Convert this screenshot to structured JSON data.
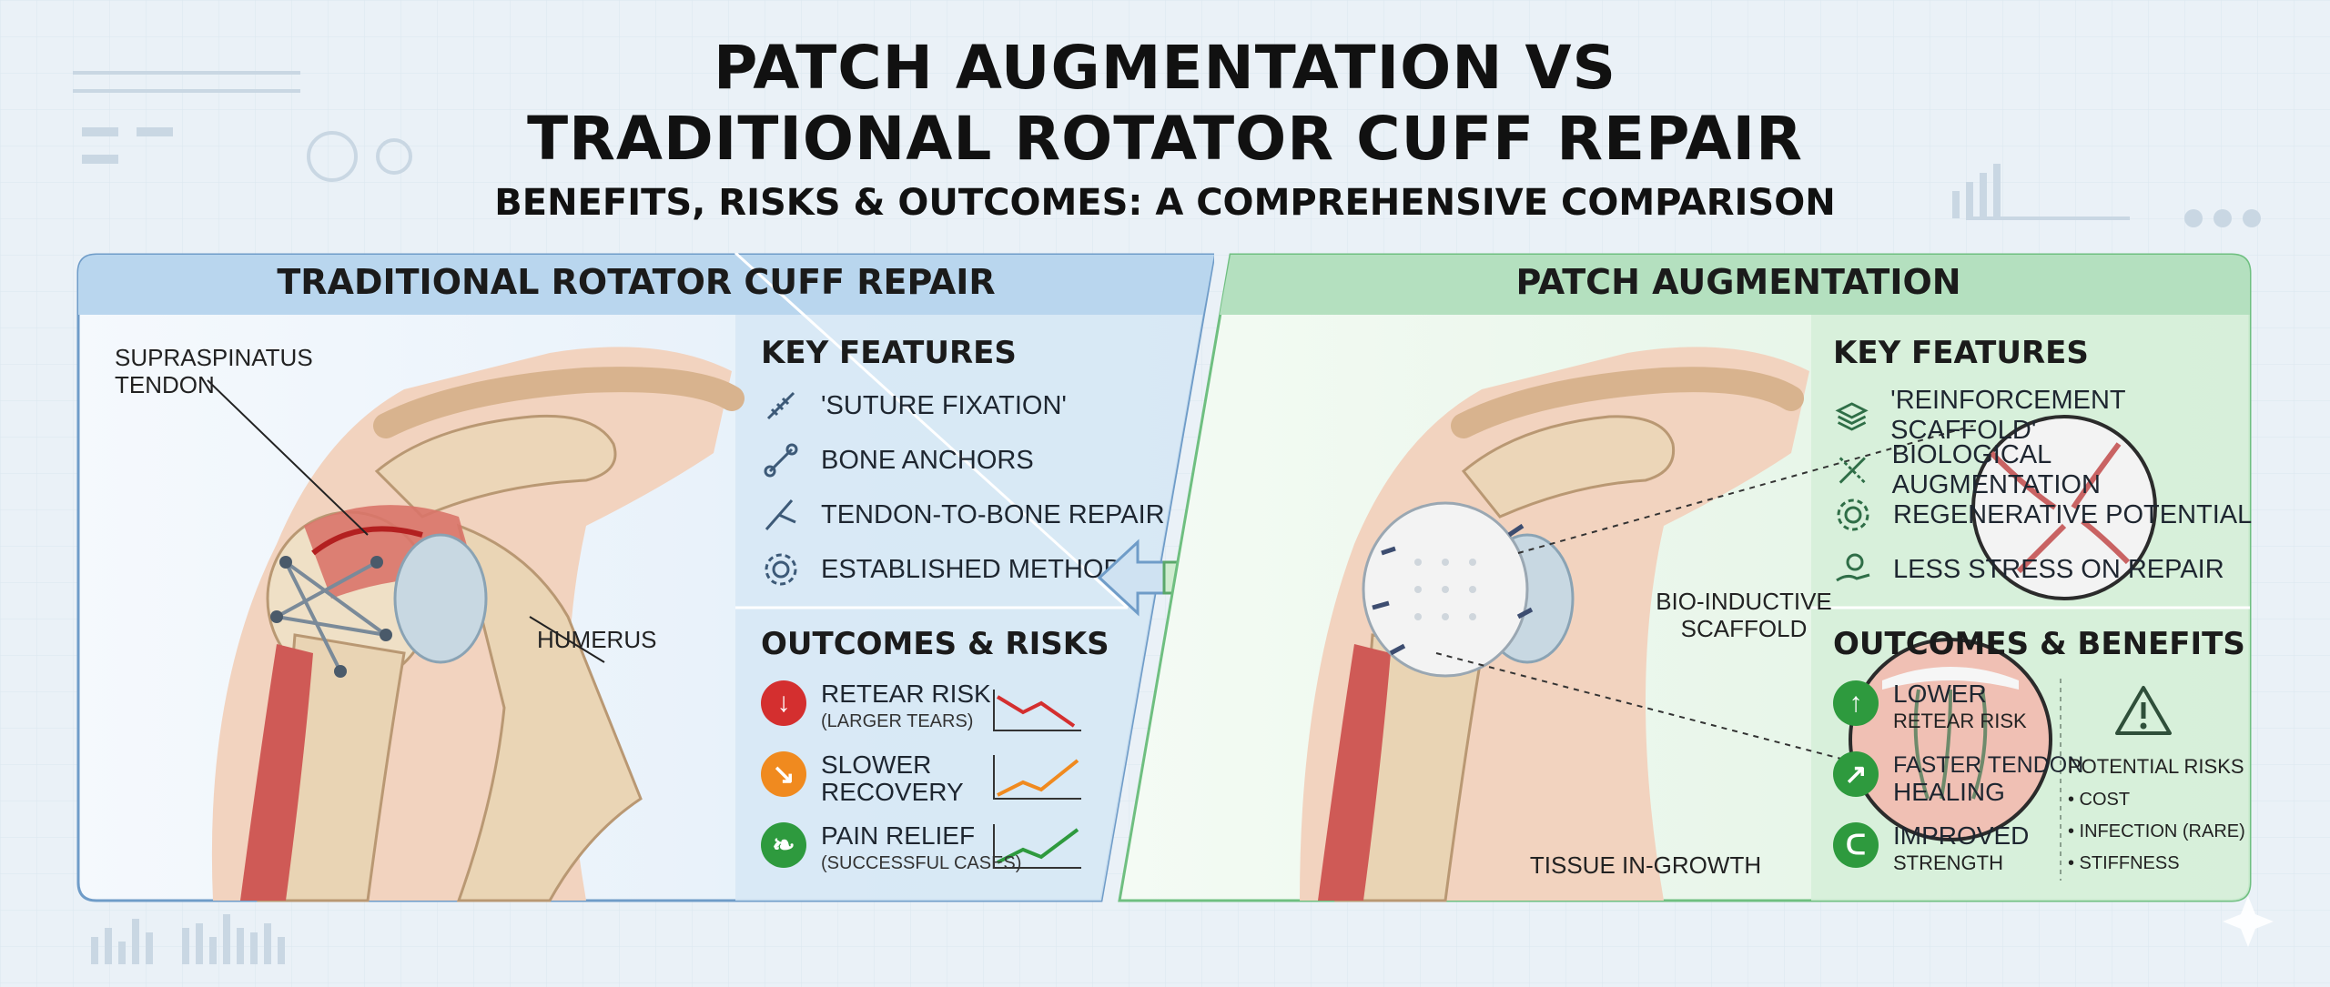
{
  "title": {
    "line1": "PATCH AUGMENTATION VS",
    "line2": "TRADITIONAL ROTATOR CUFF REPAIR",
    "subtitle": "BENEFITS, RISKS & OUTCOMES: A COMPREHENSIVE COMPARISON"
  },
  "left": {
    "header": "TRADITIONAL ROTATOR CUFF REPAIR",
    "labels": {
      "supraspinatus_1": "SUPRASPINATUS",
      "supraspinatus_2": "TENDON",
      "humerus": "HUMERUS"
    },
    "features_title": "KEY FEATURES",
    "features": [
      {
        "label": "'SUTURE FIXATION'",
        "icon": "suture-icon"
      },
      {
        "label": "BONE ANCHORS",
        "icon": "bone-anchor-icon"
      },
      {
        "label": "TENDON-TO-BONE REPAIR",
        "icon": "tendon-repair-icon"
      },
      {
        "label": "ESTABLISHED METHOD",
        "icon": "gear-icon"
      }
    ],
    "outcomes_title": "OUTCOMES & RISKS",
    "outcomes": [
      {
        "label": "RETEAR RISK",
        "sub": "(LARGER TEARS)",
        "color": "#d42f2f",
        "icon": "arrow-down-icon",
        "trend": "down"
      },
      {
        "label": "SLOWER",
        "sub": "RECOVERY",
        "color": "#f08a1f",
        "icon": "arrow-down-right-icon",
        "trend": "up"
      },
      {
        "label": "PAIN RELIEF",
        "sub": "(SUCCESSFUL CASES)",
        "color": "#2e9a3e",
        "icon": "leaf-icon",
        "trend": "up"
      }
    ]
  },
  "right": {
    "header": "PATCH AUGMENTATION",
    "labels": {
      "scaffold_1": "BIO-INDUCTIVE",
      "scaffold_2": "SCAFFOLD",
      "ingrowth": "TISSUE IN-GROWTH"
    },
    "features_title": "KEY FEATURES",
    "features": [
      {
        "label": "'REINFORCEMENT SCAFFOLD'",
        "icon": "layers-icon"
      },
      {
        "label": "BIOLOGICAL AUGMENTATION",
        "icon": "dna-icon"
      },
      {
        "label": "REGENERATIVE POTENTIAL",
        "icon": "gear-icon"
      },
      {
        "label": "LESS STRESS ON REPAIR",
        "icon": "hand-coin-icon"
      }
    ],
    "outcomes_title": "OUTCOMES & BENEFITS",
    "outcomes": [
      {
        "label": "LOWER",
        "sub": "RETEAR RISK",
        "color": "#2e9a3e",
        "icon": "arrow-up-icon"
      },
      {
        "label": "FASTER TENDON",
        "sub": "HEALING",
        "color": "#2e9a3e",
        "icon": "arrow-up-right-icon"
      },
      {
        "label": "IMPROVED",
        "sub": "STRENGTH",
        "color": "#2e9a3e",
        "icon": "bicep-icon"
      }
    ],
    "risks_title": "POTENTIAL RISKS",
    "risks": [
      "• COST",
      "• INFECTION (RARE)",
      "• STIFFNESS"
    ]
  },
  "colors": {
    "left_header": "#b9d6ee",
    "right_header": "#b4e0bf",
    "left_panel": "#dbe9f6",
    "right_panel": "#e3f3e4"
  }
}
